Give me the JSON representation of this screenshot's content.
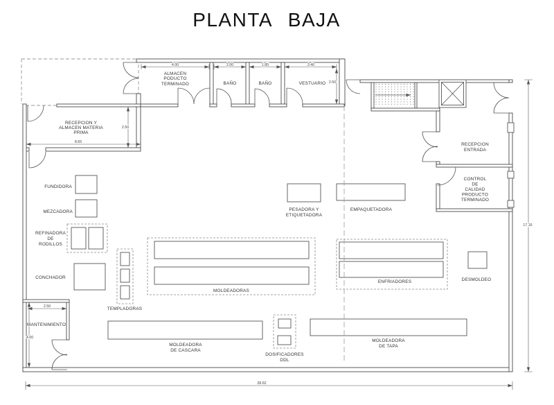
{
  "title": "PLANTA BAJA",
  "rooms": {
    "almacen_producto": {
      "line1": "ALMACEN",
      "line2": "PODUCTO",
      "line3": "TERMINADO",
      "dim_width": "4.00"
    },
    "bano1": {
      "label": "BAÑO",
      "dim_width": "2.00"
    },
    "bano2": {
      "label": "BAÑO",
      "dim_width": "1.85"
    },
    "vestuario": {
      "label": "VESTUARIO",
      "dim_width": "3.40",
      "dim_depth": "2.50"
    },
    "recepcion_materia": {
      "line1": "RECEPCION Y",
      "line2": "ALMACEN MATERIA",
      "line3": "PRIMA",
      "dim_depth": "2.50",
      "dim_width": "8.65"
    },
    "recepcion_entrada": {
      "line1": "RECEPCION",
      "line2": "ENTRADA"
    },
    "control_calidad": {
      "line1": "CONTROL",
      "line2": "DE",
      "line3": "CALIDAD",
      "line4": "PRODUCTO",
      "line5": "TERMINADO"
    },
    "mantenimiento": {
      "label": "MANTENIMIENTO",
      "dim_width": "2.50",
      "dim_depth": "4.00"
    }
  },
  "equipment": {
    "fundidora": {
      "label": "FUNDIDORA"
    },
    "mezcadora": {
      "label": "MEZCADORA"
    },
    "refinadora": {
      "line1": "REFINADORA",
      "line2": "DE",
      "line3": "RODILLOS"
    },
    "conchador": {
      "label": "CONCHADOR"
    },
    "templadoras": {
      "label": "TEMPLADORAS"
    },
    "moldeadoras": {
      "label": "MOLDEADORAS"
    },
    "pesadora": {
      "line1": "PESADORA Y",
      "line2": "ETIQUETADORA"
    },
    "empaquetadora": {
      "label": "EMPAQUETADORA"
    },
    "enfriadores": {
      "label": "ENFRIADORES"
    },
    "desmoldeo": {
      "label": "DESMOLDEO"
    },
    "moldeadora_cascara": {
      "line1": "MOLDEADORA",
      "line2": "DE CASCARA"
    },
    "dosificadores": {
      "line1": "DOSIFICADORES",
      "line2": "DDL"
    },
    "moldeadora_tapa": {
      "line1": "MOLDEADORA",
      "line2": "DE TAPA"
    }
  },
  "dimensions": {
    "total_width": "28.62",
    "total_height": "17.16"
  },
  "colors": {
    "wall": "#4a4a4a",
    "text": "#333333",
    "dashed": "#999999"
  }
}
